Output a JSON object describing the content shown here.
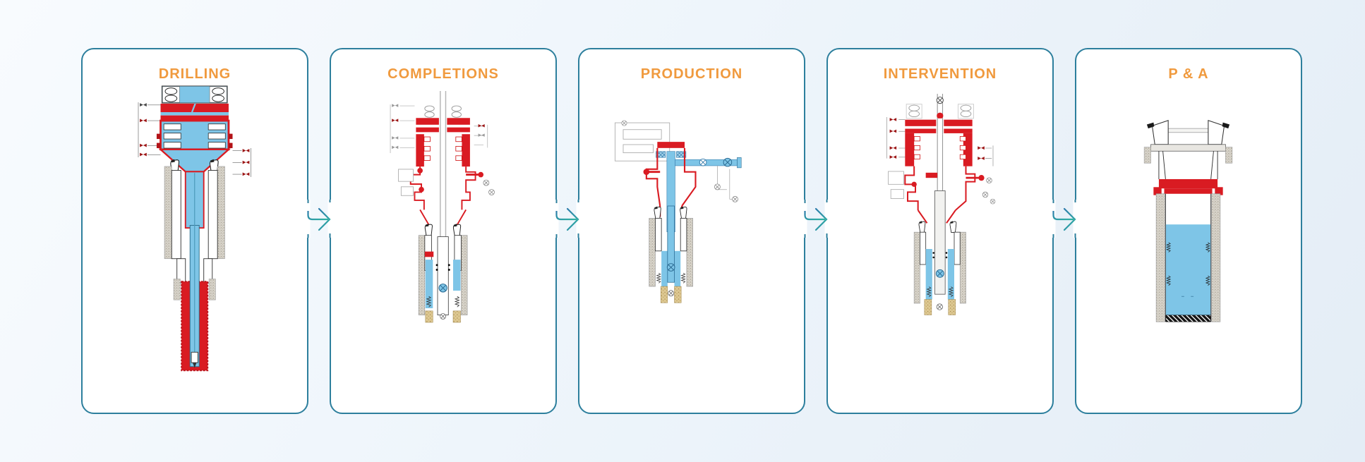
{
  "colors": {
    "background_top": "#f8fbfe",
    "background_bottom": "#e4edf6",
    "card_border": "#2d7f9d",
    "stage_title": "#f09a3e",
    "arrow_gradient_start": "#2e7cab",
    "arrow_gradient_end": "#2fb3a2",
    "diagram_blue": "#7ec5e7",
    "diagram_red": "#d91b22",
    "diagram_tan": "#d9bf8a",
    "diagram_gray": "#d8d4cb"
  },
  "stages": [
    {
      "id": "drilling",
      "label": "DRILLING"
    },
    {
      "id": "completions",
      "label": "COMPLETIONS"
    },
    {
      "id": "production",
      "label": "PRODUCTION"
    },
    {
      "id": "intervention",
      "label": "INTERVENTION"
    },
    {
      "id": "p-and-a",
      "label": "P & A"
    }
  ],
  "arrow_icon": "arrow-right-icon"
}
